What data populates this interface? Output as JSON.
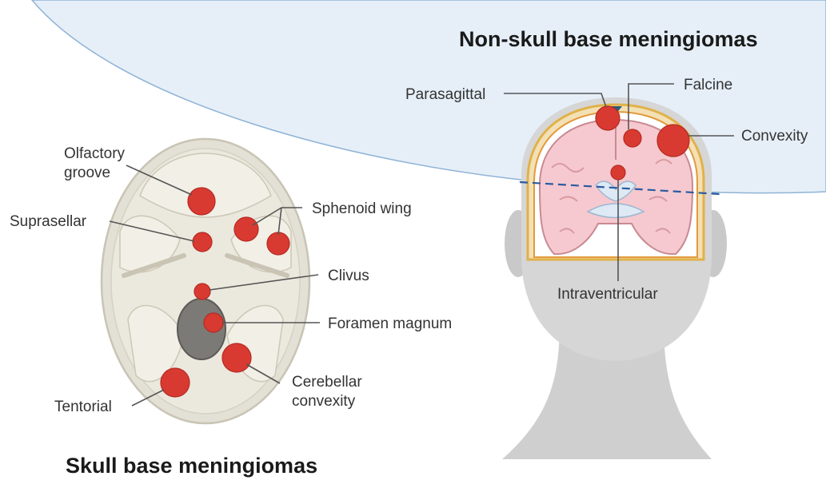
{
  "titles": {
    "non_skull_base": "Non-skull base meningiomas",
    "skull_base": "Skull base meningiomas"
  },
  "skull_base_labels": {
    "olfactory_line1": "Olfactory",
    "olfactory_line2": "groove",
    "suprasellar": "Suprasellar",
    "sphenoid_wing": "Sphenoid wing",
    "clivus": "Clivus",
    "foramen_magnum": "Foramen magnum",
    "cerebellar_line1": "Cerebellar",
    "cerebellar_line2": "convexity",
    "tentorial": "Tentorial"
  },
  "non_skull_base_labels": {
    "parasagittal": "Parasagittal",
    "falcine": "Falcine",
    "convexity": "Convexity",
    "intraventricular": "Intraventricular"
  },
  "colors": {
    "tumor": "#d83a31",
    "region_band": "#e6eff8",
    "brain": "#f5c9cf",
    "skull": "#e3e0d5",
    "head": "#d4d4d4"
  }
}
